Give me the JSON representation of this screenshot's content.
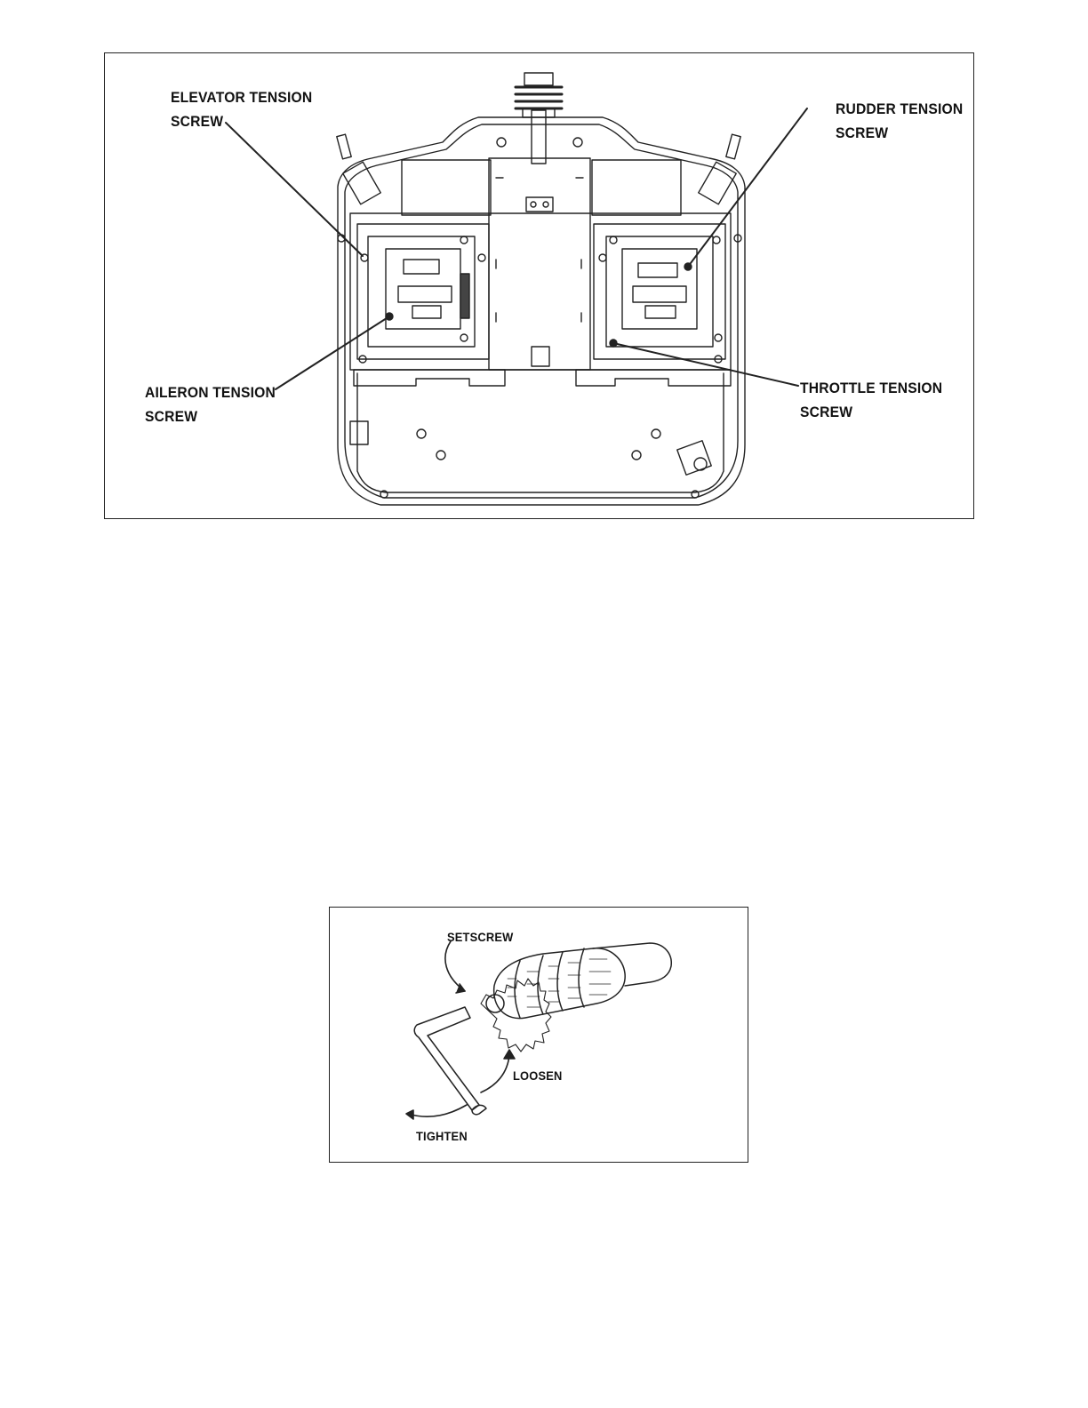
{
  "figure_top": {
    "labels": {
      "elevator": {
        "line1": "ELEVATOR TENSION",
        "line2": "SCREW"
      },
      "rudder": {
        "line1": "RUDDER TENSION",
        "line2": "SCREW"
      },
      "aileron": {
        "line1": "AILERON TENSION",
        "line2": "SCREW"
      },
      "throttle": {
        "line1": "THROTTLE TENSION",
        "line2": "SCREW"
      }
    }
  },
  "figure_bottom": {
    "labels": {
      "setscrew": "SETSCREW",
      "loosen": "LOOSEN",
      "tighten": "TIGHTEN"
    }
  }
}
